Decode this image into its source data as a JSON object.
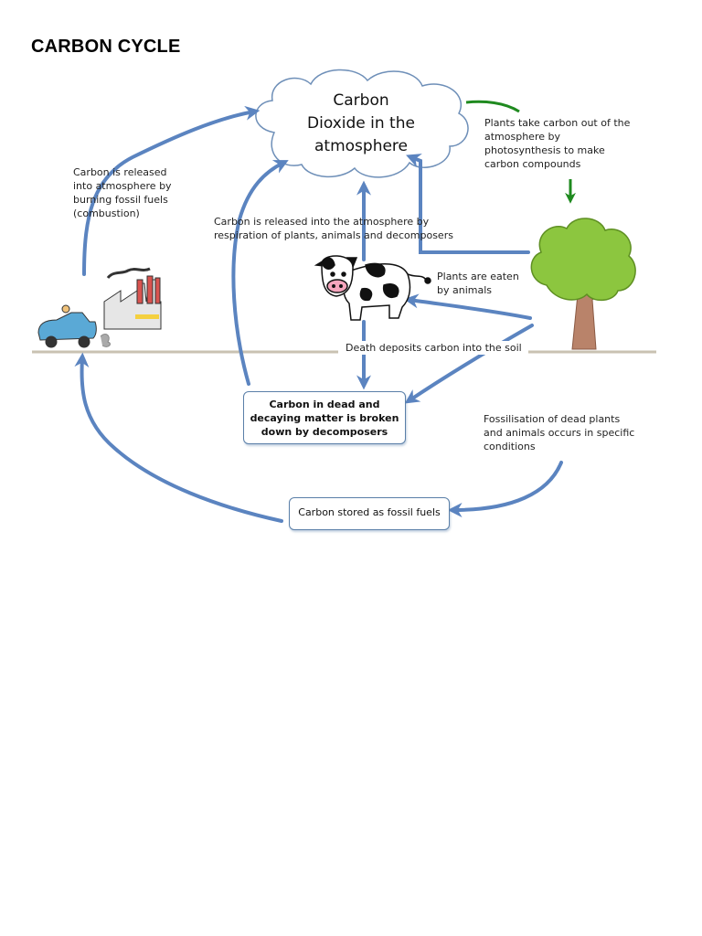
{
  "title": "CARBON CYCLE",
  "diagram": {
    "atmosphere_lines": [
      "Carbon",
      "Dioxide in the",
      "atmosphere"
    ],
    "photosynthesis_lines": [
      "Plants take carbon out of the",
      "atmosphere by",
      "photosynthesis  to make",
      "carbon compounds"
    ],
    "combustion_lines": [
      "Carbon is released",
      "into atmosphere by",
      "burning fossil fuels",
      "(combustion)"
    ],
    "respiration_lines": [
      "Carbon is released into the atmosphere by",
      "respiration of plants, animals and decomposers"
    ],
    "eaten_lines": [
      "Plants are eaten",
      "by animals"
    ],
    "death": "Death deposits carbon into the soil",
    "decomposers_lines": [
      "Carbon in dead and",
      "decaying matter is broken",
      "down by decomposers"
    ],
    "fossilisation_lines": [
      "Fossilisation  of dead plants",
      "and animals occurs in specific",
      "conditions"
    ],
    "fossil_fuels": "Carbon stored as fossil fuels"
  },
  "colors": {
    "arrow_blue": "#5b84c0",
    "arrow_green": "#1f8a1f",
    "cloud_stroke": "#6e8fb8",
    "box_border": "#5a7fa8",
    "ground": "#c9c2b2",
    "tree_foliage": "#8cc63f",
    "tree_trunk": "#b9836a"
  },
  "icons": [
    "cloud-icon",
    "tree-icon",
    "cow-icon",
    "factory-icon",
    "car-icon"
  ]
}
